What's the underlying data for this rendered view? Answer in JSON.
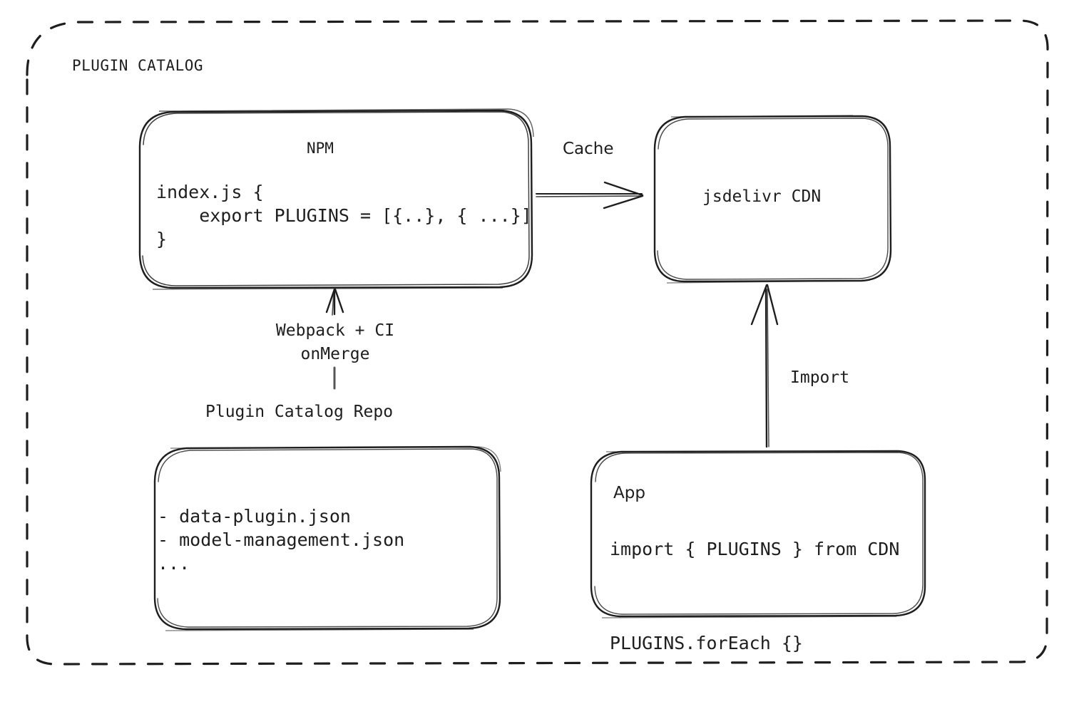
{
  "frame": {
    "title": "PLUGIN CATALOG",
    "style": "dashed-rounded-rect"
  },
  "colors": {
    "stroke": "#1e1e1e",
    "text": "#1e1e1e",
    "background": "#ffffff"
  },
  "nodes": {
    "npm": {
      "title": "NPM",
      "code": "index.js {\n    export PLUGINS = [{..}, { ...}]\n}"
    },
    "cdn": {
      "title": "jsdelivr CDN"
    },
    "repo": {
      "caption": "Plugin Catalog Repo",
      "items": "- data-plugin.json\n- model-management.json\n..."
    },
    "app": {
      "title": "App",
      "code": "import { PLUGINS } from CDN\n\nPLUGINS.forEach {}"
    }
  },
  "edges": [
    {
      "id": "npm-to-cdn",
      "label": "Cache",
      "from": "npm",
      "to": "cdn",
      "direction": "right"
    },
    {
      "id": "repo-to-npm",
      "label": "Webpack + CI\nonMerge",
      "from": "repo",
      "to": "npm",
      "direction": "up"
    },
    {
      "id": "app-to-cdn",
      "label": "Import",
      "from": "app",
      "to": "cdn",
      "direction": "up"
    }
  ],
  "edge_labels": {
    "cache": "Cache",
    "webpack": "Webpack + CI\nonMerge",
    "import": "Import"
  }
}
